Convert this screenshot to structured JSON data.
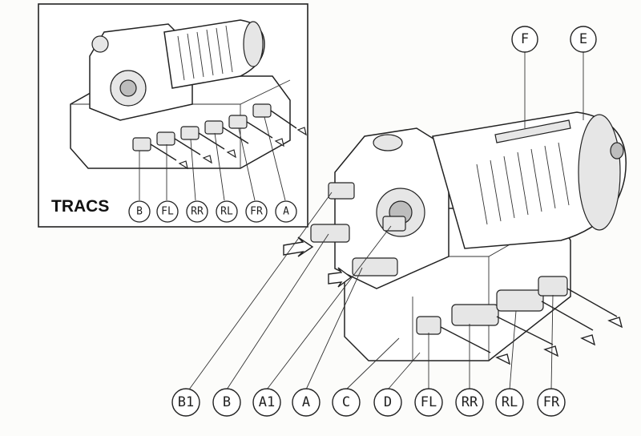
{
  "inset": {
    "title": "TRACS",
    "labels": [
      "B",
      "FL",
      "RR",
      "RL",
      "FR",
      "A"
    ]
  },
  "main": {
    "top_labels": [
      "F",
      "E"
    ],
    "bottom_labels": [
      "B1",
      "B",
      "A1",
      "A",
      "C",
      "D",
      "FL",
      "RR",
      "RL",
      "FR"
    ]
  }
}
